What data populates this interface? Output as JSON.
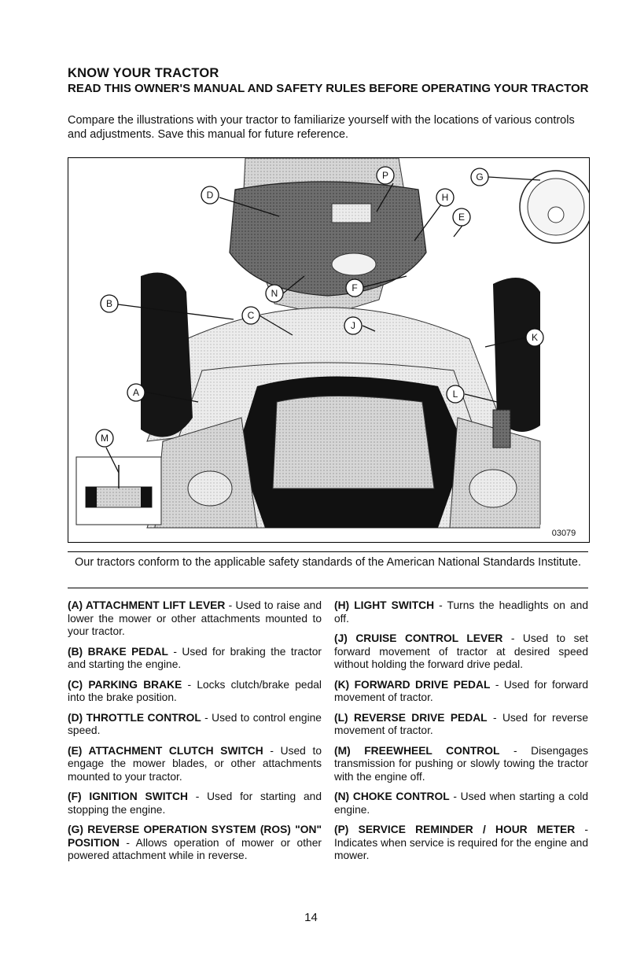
{
  "header": {
    "title": "KNOW YOUR TRACTOR",
    "subtitle": "READ THIS OWNER'S MANUAL AND SAFETY RULES BEFORE OPERATING YOUR TRACTOR",
    "intro": "Compare the illustrations with your tractor to familiarize yourself with the locations of various controls and adjustments. Save this manual for future reference."
  },
  "figure": {
    "code": "03079",
    "callouts": [
      "P",
      "G",
      "D",
      "H",
      "E",
      "N",
      "F",
      "B",
      "C",
      "J",
      "K",
      "A",
      "L",
      "M"
    ]
  },
  "caption": "Our tractors conform to the applicable safety standards of the American National Standards Institute.",
  "items_left": [
    {
      "term": "(A) ATTACHMENT LIFT LEVER",
      "desc": " - Used to raise and lower the mower or other attachments mounted to your tractor."
    },
    {
      "term": "(B) BRAKE PEDAL",
      "desc": " - Used for braking the tractor and starting the engine."
    },
    {
      "term": "(C) PARKING BRAKE",
      "desc": " - Locks clutch/brake pedal into the brake position."
    },
    {
      "term": "(D) THROTTLE CONTROL",
      "desc": " - Used to control engine speed."
    },
    {
      "term": "(E) ATTACHMENT CLUTCH SWITCH",
      "desc": " - Used to engage the mower blades, or other attachments mounted to your tractor."
    },
    {
      "term": "(F) IGNITION SWITCH",
      "desc": " - Used for starting and stopping the engine."
    },
    {
      "term": "(G) REVERSE OPERATION SYSTEM (ROS) \"ON\" POSITION",
      "desc": " - Allows operation of mower or other powered attachment while in reverse."
    }
  ],
  "items_right": [
    {
      "term": "(H) LIGHT SWITCH",
      "desc": " - Turns the headlights on and off."
    },
    {
      "term": "(J) CRUISE CONTROL LEVER",
      "desc": " - Used to set forward movement of tractor at desired speed without holding the forward drive pedal."
    },
    {
      "term": "(K) FORWARD DRIVE PEDAL",
      "desc": " - Used for forward movement of tractor."
    },
    {
      "term": "(L) REVERSE DRIVE PEDAL",
      "desc": " - Used for reverse movement of tractor."
    },
    {
      "term": "(M) FREEWHEEL CONTROL",
      "desc": " - Disengages transmission for pushing or slowly towing the tractor with the engine off."
    },
    {
      "term": "(N) CHOKE CONTROL",
      "desc": " - Used when starting a cold engine."
    },
    {
      "term": "(P) SERVICE REMINDER / HOUR METER",
      "desc": " - Indicates when service is required for the engine and mower."
    }
  ],
  "page_number": "14"
}
